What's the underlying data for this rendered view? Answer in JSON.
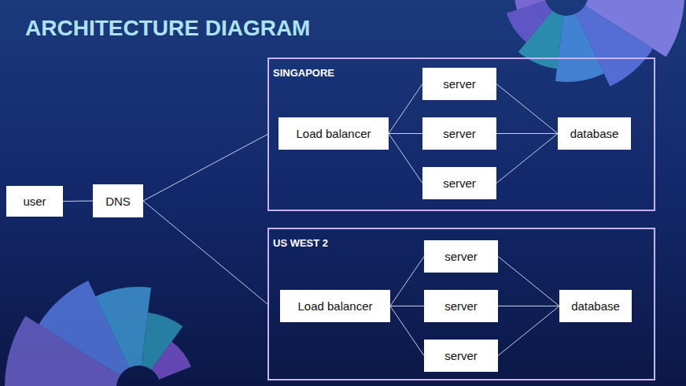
{
  "diagram": {
    "title": "ARCHITECTURE DIAGRAM",
    "nodes": [
      {
        "text": [
          "user"
        ]
      },
      {
        "text": [
          "DNS"
        ]
      },
      {
        "text": [
          "SINGAPORE"
        ]
      },
      {
        "text": [
          "Load balancer"
        ],
        "in": 2
      },
      {
        "text": [
          "server"
        ],
        "in": 2
      },
      {
        "text": [
          "server"
        ],
        "in": 2
      },
      {
        "text": [
          "server"
        ],
        "in": 2
      },
      {
        "text": [
          "database"
        ],
        "in": 2
      },
      {
        "text": [
          "US WEST 2"
        ]
      },
      {
        "text": [
          "Load balancer"
        ],
        "in": 8
      },
      {
        "text": [
          "server"
        ],
        "in": 8
      },
      {
        "text": [
          "server"
        ],
        "in": 8
      },
      {
        "text": [
          "server"
        ],
        "in": 8
      },
      {
        "text": [
          "database"
        ],
        "in": 8
      }
    ],
    "edges": [
      {
        "from": 0,
        "to": 1,
        "arrow": "none"
      },
      {
        "from": 1,
        "to": 2,
        "arrow": "none"
      },
      {
        "from": 1,
        "to": 8,
        "arrow": "none"
      },
      {
        "from": 3,
        "to": 4,
        "arrow": "none"
      },
      {
        "from": 3,
        "to": 5,
        "arrow": "none"
      },
      {
        "from": 3,
        "to": 6,
        "arrow": "none"
      },
      {
        "from": 4,
        "to": 7,
        "arrow": "none"
      },
      {
        "from": 5,
        "to": 7,
        "arrow": "none"
      },
      {
        "from": 6,
        "to": 7,
        "arrow": "none"
      },
      {
        "from": 9,
        "to": 10,
        "arrow": "none"
      },
      {
        "from": 9,
        "to": 11,
        "arrow": "none"
      },
      {
        "from": 9,
        "to": 12,
        "arrow": "none"
      },
      {
        "from": 10,
        "to": 13,
        "arrow": "none"
      },
      {
        "from": 11,
        "to": 13,
        "arrow": "none"
      },
      {
        "from": 12,
        "to": 13,
        "arrow": "none"
      }
    ]
  }
}
